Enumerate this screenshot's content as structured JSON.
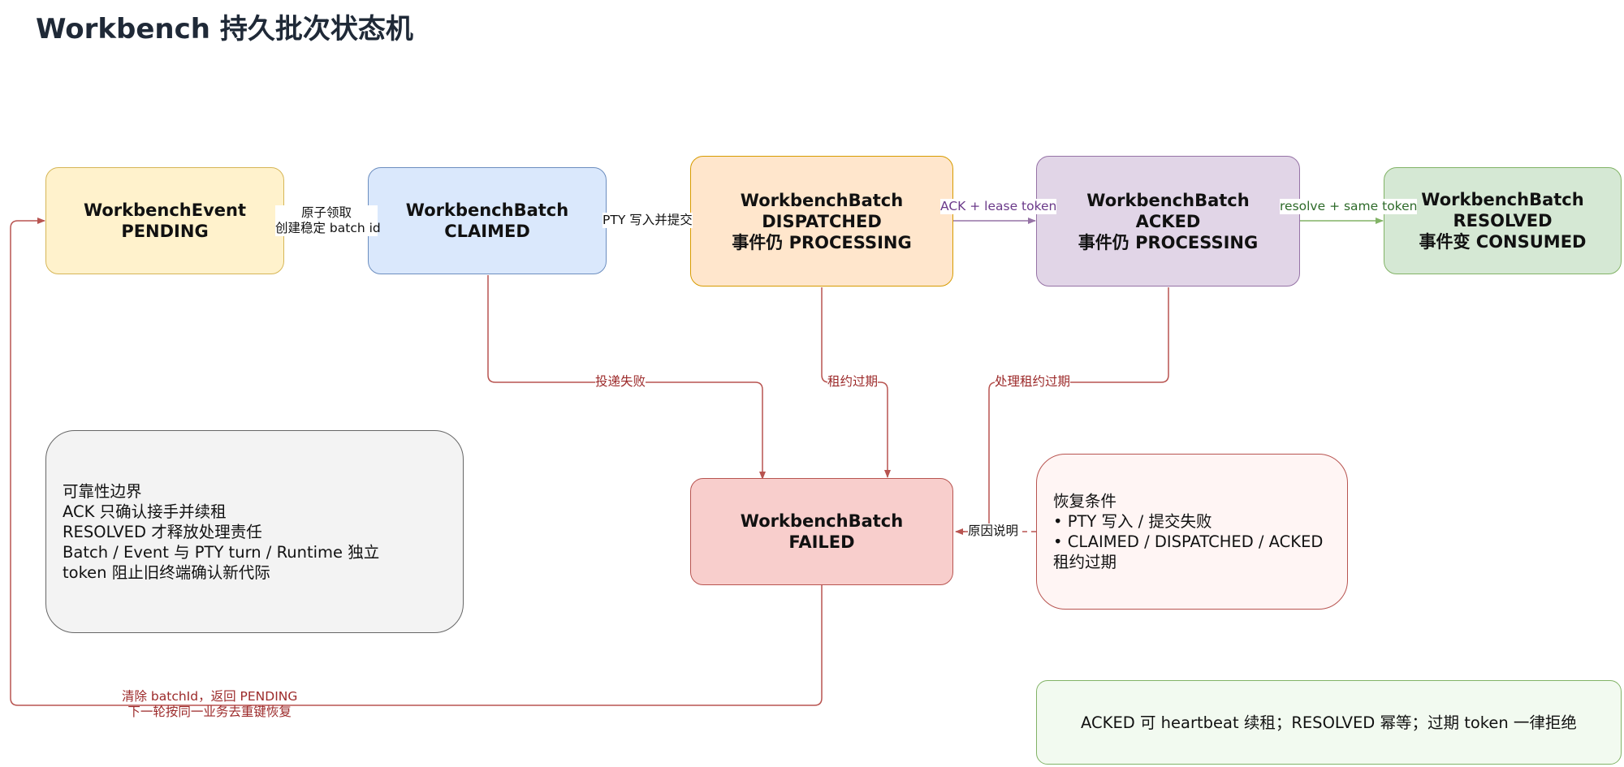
{
  "title": "Workbench 持久批次状态机",
  "nodes": {
    "event_pending": [
      "WorkbenchEvent",
      "PENDING"
    ],
    "batch_claimed": [
      "WorkbenchBatch",
      "CLAIMED"
    ],
    "batch_dispatched": [
      "WorkbenchBatch",
      "DISPATCHED",
      "事件仍 PROCESSING"
    ],
    "batch_acked": [
      "WorkbenchBatch",
      "ACKED",
      "事件仍 PROCESSING"
    ],
    "batch_resolved": [
      "WorkbenchBatch",
      "RESOLVED",
      "事件变 CONSUMED"
    ],
    "batch_failed": [
      "WorkbenchBatch",
      "FAILED"
    ]
  },
  "edges": {
    "claim": [
      "原子领取",
      "创建稳定 batch id"
    ],
    "pty_write": "PTY 写入并提交",
    "ack": "ACK + lease token",
    "resolve": "resolve + same token",
    "delivery_failed": "投递失败",
    "lease_expired": "租约过期",
    "processing_lease_expired": "处理租约过期",
    "reason": "原因说明",
    "reset": [
      "清除 batchId，返回 PENDING",
      "下一轮按同一业务去重键恢复"
    ]
  },
  "notes": {
    "reliability": [
      "可靠性边界",
      "ACK 只确认接手并续租",
      "RESOLVED 才释放处理责任",
      "Batch / Event 与 PTY turn / Runtime 独立",
      "token 阻止旧终端确认新代际"
    ],
    "recovery": [
      "恢复条件",
      "• PTY 写入 / 提交失败",
      "• CLAIMED / DISPATCHED / ACKED",
      "租约过期"
    ],
    "summary": "ACKED 可 heartbeat 续租；RESOLVED 幂等；过期 token 一律拒绝"
  },
  "colors": {
    "pending": "#fff2cc",
    "pending_border": "#d6b656",
    "claimed": "#dae8fc",
    "claimed_border": "#6c8ebf",
    "dispatched": "#ffe6cc",
    "dispatched_border": "#d79b00",
    "acked": "#e1d5e7",
    "acked_border": "#9673a6",
    "resolved": "#d5e8d4",
    "resolved_border": "#82b366",
    "failed": "#f8cecc",
    "failed_border": "#b85450",
    "edge_default": "#000000",
    "edge_purple": "#9673a6",
    "edge_green": "#82b366",
    "edge_red": "#b85450",
    "label_purple": "#6b3a8a",
    "label_green": "#2e6b2a",
    "label_red": "#9c2a2a"
  }
}
